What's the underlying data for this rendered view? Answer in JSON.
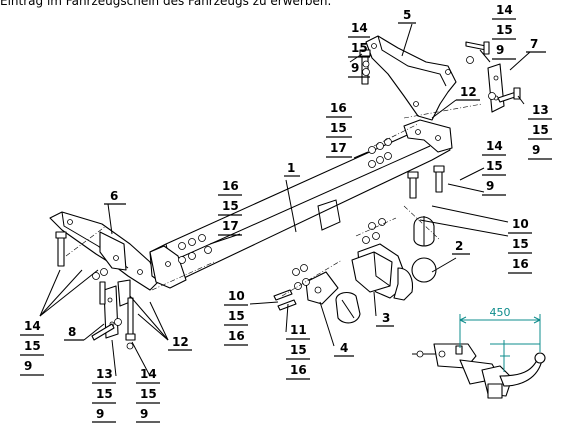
{
  "header": {
    "text": "Eintrag im Fahrzeugschein des Fahrzeugs zu erwerben."
  },
  "callouts": {
    "c1": "1",
    "c2": "2",
    "c3": "3",
    "c4": "4",
    "c5": "5",
    "c6": "6",
    "c7": "7",
    "c8": "8",
    "c12a": "12",
    "c12b": "12",
    "s14a": [
      "14",
      "15",
      "9"
    ],
    "s14b": [
      "14",
      "15",
      "9"
    ],
    "s13a": [
      "13",
      "15",
      "9"
    ],
    "s16a": [
      "16",
      "15",
      "17"
    ],
    "s14c": [
      "14",
      "15",
      "9"
    ],
    "s16b": [
      "16",
      "15",
      "17"
    ],
    "s10a": [
      "10",
      "15",
      "16"
    ],
    "s10b": [
      "10",
      "15",
      "16"
    ],
    "s11": [
      "11",
      "15",
      "16"
    ],
    "s14d": [
      "14",
      "15",
      "9"
    ],
    "s13b": [
      "13",
      "15",
      "9"
    ],
    "s14e": [
      "14",
      "15",
      "9"
    ]
  },
  "dimension": {
    "value": "450"
  }
}
